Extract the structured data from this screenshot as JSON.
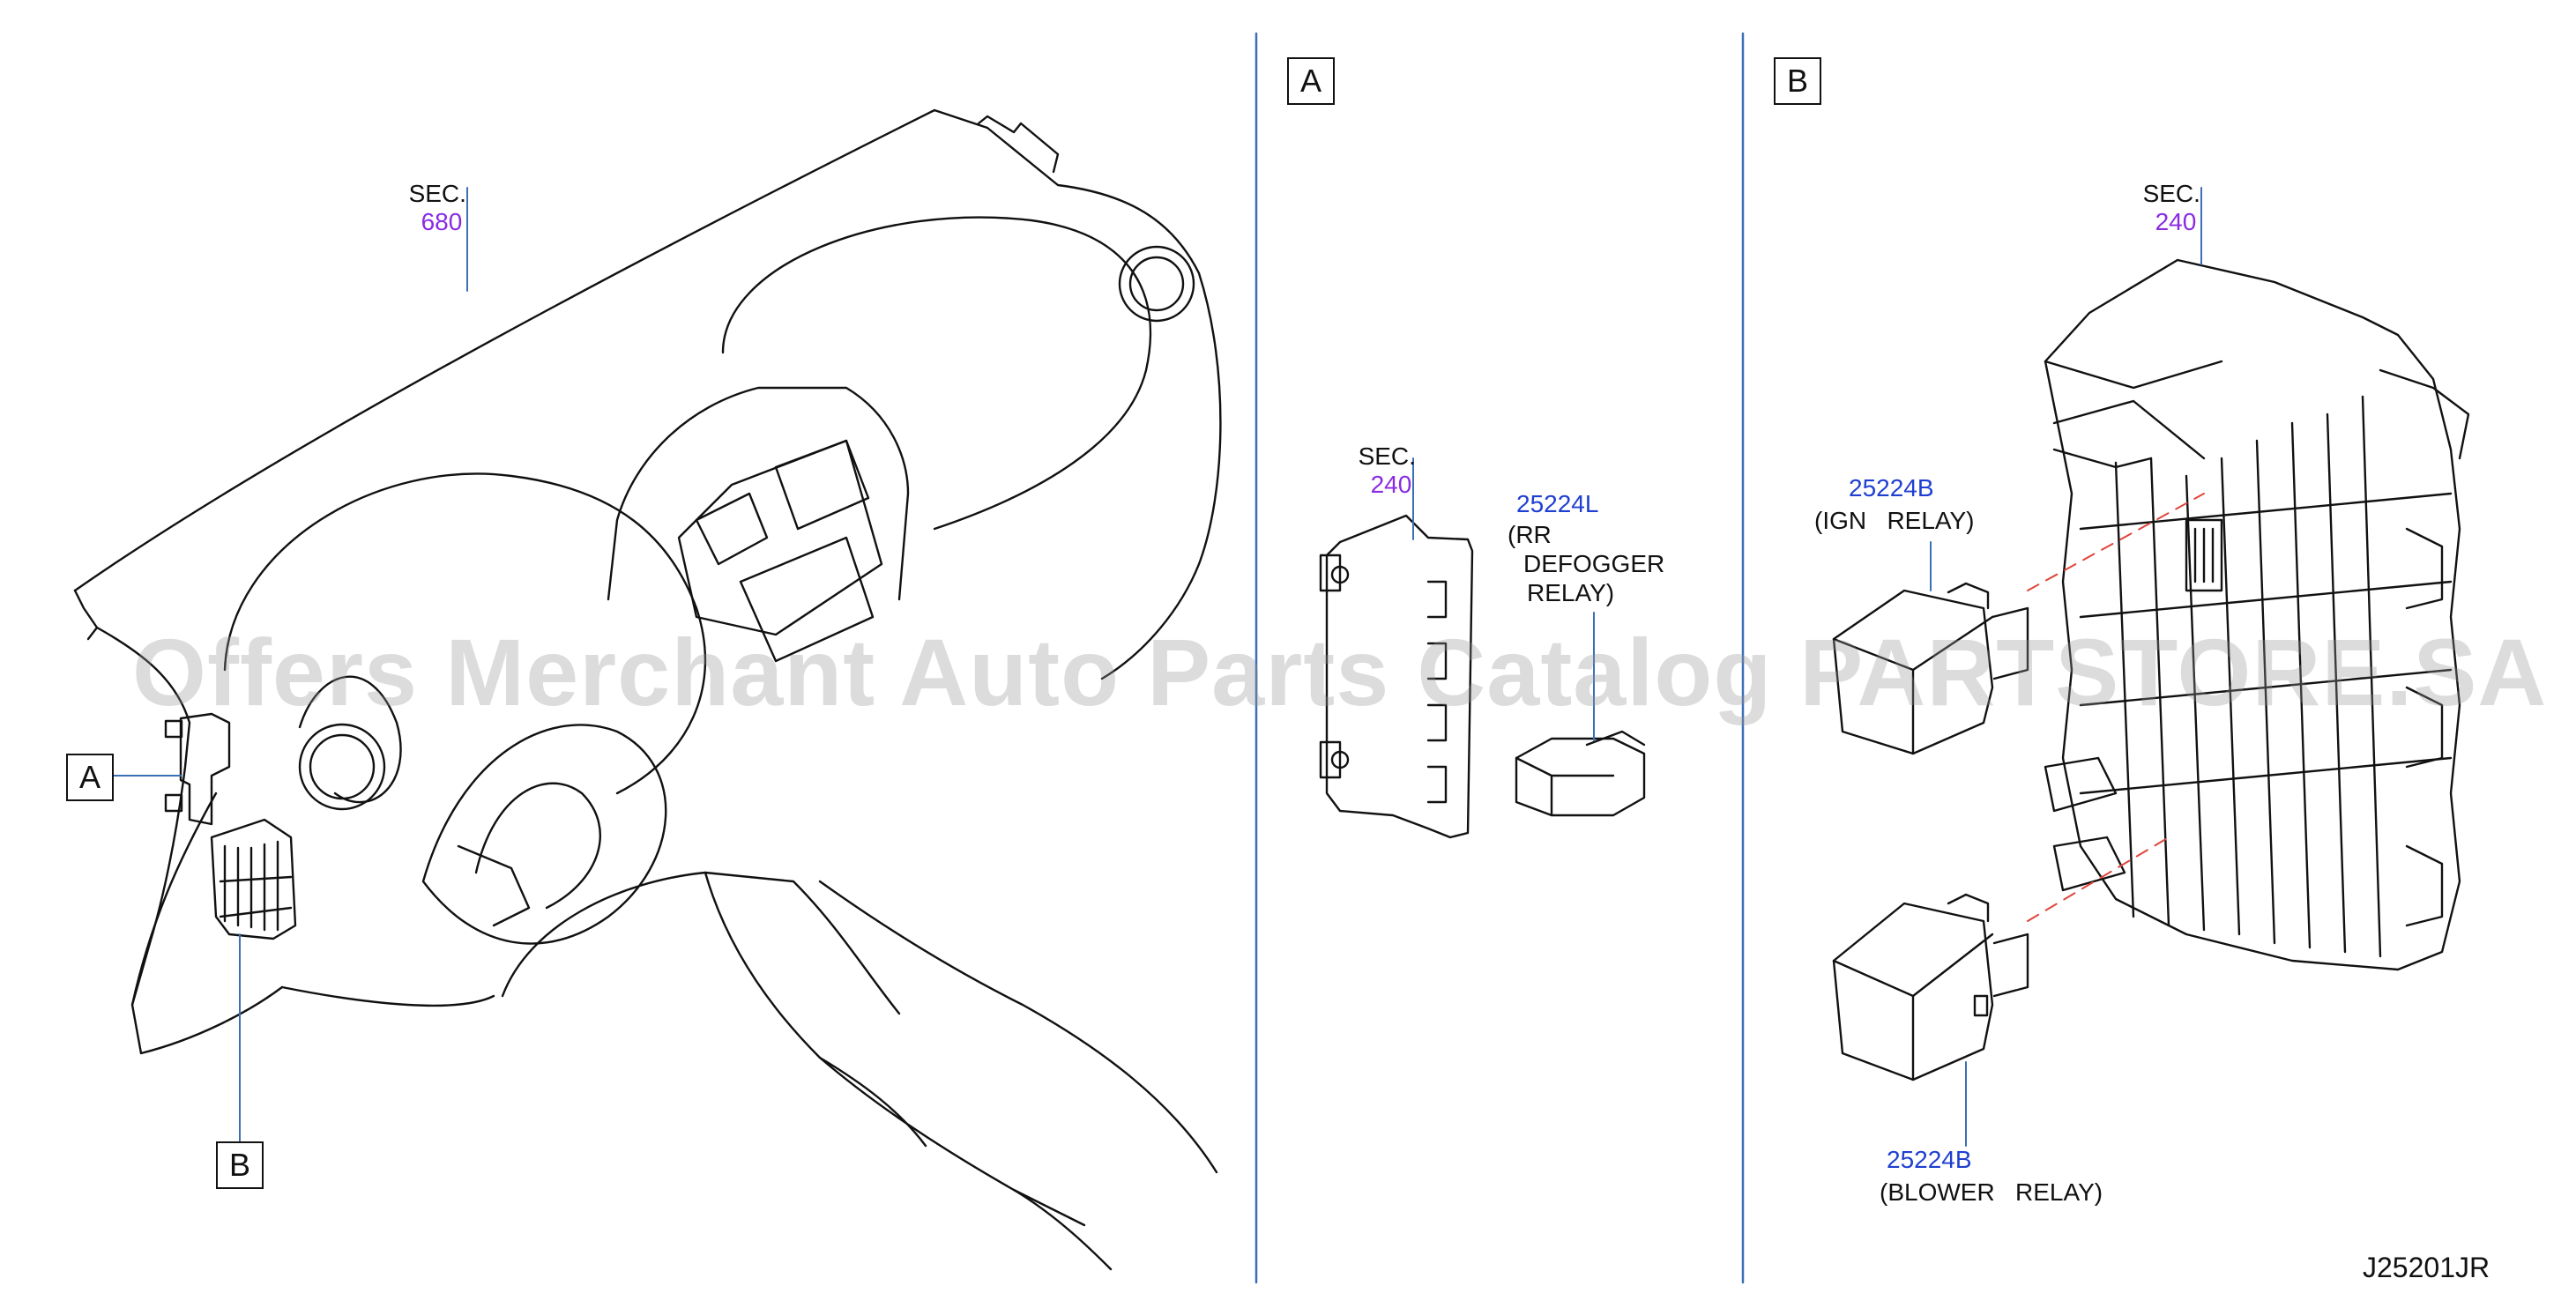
{
  "panel_main": {
    "sec_label": "SEC.",
    "sec_number": "680",
    "callout_a": "A",
    "callout_b": "B"
  },
  "panel_a": {
    "title": "A",
    "sec_label": "SEC.",
    "sec_number": "240",
    "part_number": "25224L",
    "part_desc_1": "(RR",
    "part_desc_2": "DEFOGGER",
    "part_desc_3": "RELAY)"
  },
  "panel_b": {
    "title": "B",
    "sec_label": "SEC.",
    "sec_number": "240",
    "ign_part_number": "25224B",
    "ign_part_desc": "(IGN   RELAY)",
    "blower_part_number": "25224B",
    "blower_part_desc": "(BLOWER   RELAY)"
  },
  "diagram_code": "J25201JR",
  "watermark": "Offers Merchant Auto Parts Catalog PARTSTORE.SA",
  "colors": {
    "line": "#111111",
    "leader": "#3b6fb6",
    "sec_number": "#8a2be2",
    "part_number": "#1f3fd1",
    "dash": "#e0453b"
  }
}
